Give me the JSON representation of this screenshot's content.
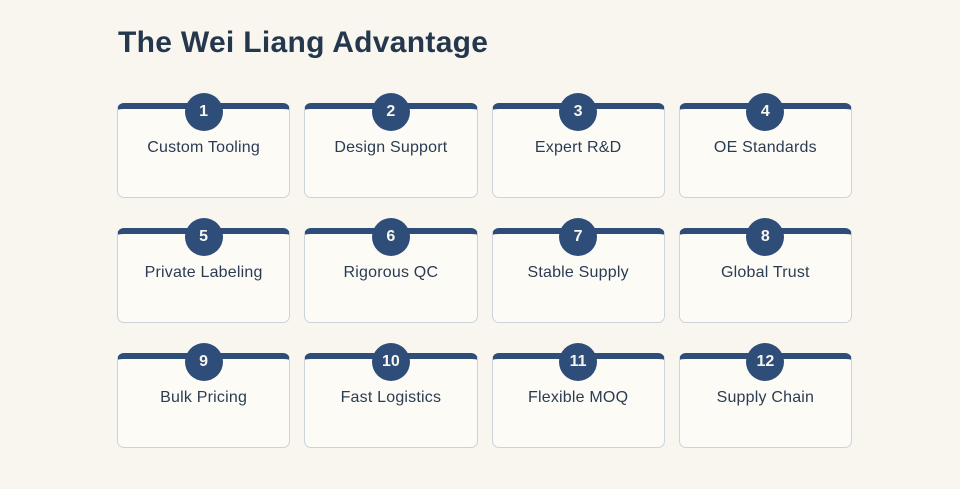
{
  "page": {
    "title": "The Wei Liang Advantage"
  },
  "colors": {
    "page_bg": "#f9f6f0",
    "card_bg": "#fdfbf6",
    "accent_navy": "#2e4d79",
    "card_border": "#ccd3dc",
    "title_text": "#24374d",
    "label_text": "#2b3c52",
    "badge_text": "#f8f6ef"
  },
  "cards": [
    {
      "number": "1",
      "label": "Custom Tooling"
    },
    {
      "number": "2",
      "label": "Design Support"
    },
    {
      "number": "3",
      "label": "Expert R&D"
    },
    {
      "number": "4",
      "label": "OE Standards"
    },
    {
      "number": "5",
      "label": "Private Labeling"
    },
    {
      "number": "6",
      "label": "Rigorous QC"
    },
    {
      "number": "7",
      "label": "Stable Supply"
    },
    {
      "number": "8",
      "label": "Global Trust"
    },
    {
      "number": "9",
      "label": "Bulk Pricing"
    },
    {
      "number": "10",
      "label": "Fast Logistics"
    },
    {
      "number": "11",
      "label": "Flexible MOQ"
    },
    {
      "number": "12",
      "label": "Supply Chain"
    }
  ]
}
